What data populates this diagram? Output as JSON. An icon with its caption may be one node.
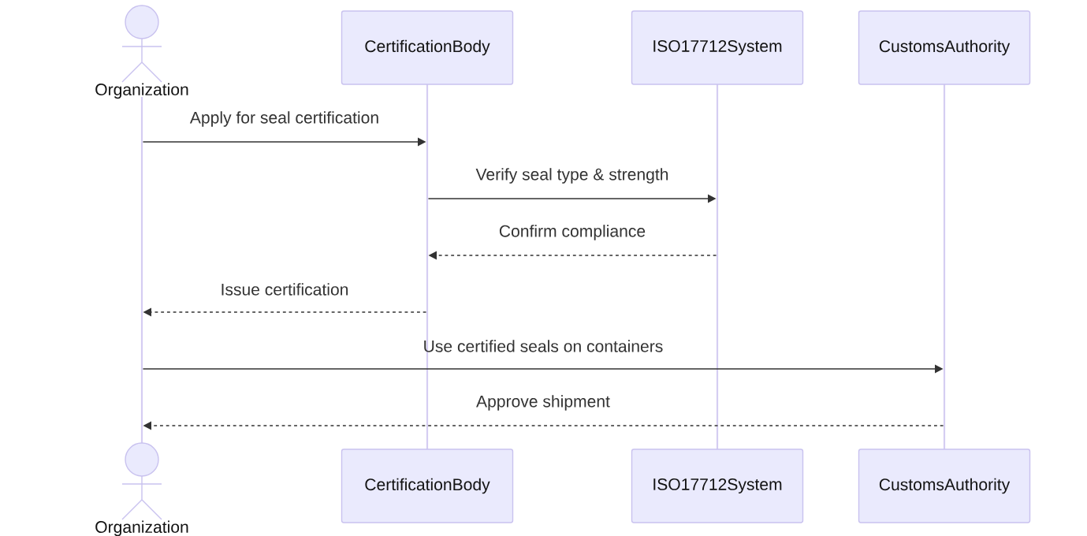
{
  "diagram": {
    "nodes": [
      {
        "text": [
          "Organization"
        ]
      },
      {
        "text": [
          "CertificationBody"
        ]
      },
      {
        "text": [
          "ISO17712System"
        ]
      },
      {
        "text": [
          "CustomsAuthority"
        ]
      },
      {
        "text": [],
        "shape": "bar"
      },
      {
        "text": [],
        "shape": "bar"
      },
      {
        "text": [],
        "shape": "bar"
      },
      {
        "text": [],
        "shape": "bar"
      },
      {
        "text": [
          "Organization"
        ]
      },
      {
        "text": [
          "CertificationBody"
        ]
      },
      {
        "text": [
          "ISO17712System"
        ]
      },
      {
        "text": [
          "CustomsAuthority"
        ]
      }
    ],
    "edges": [
      {
        "from": 4,
        "to": 5,
        "arrow": "to",
        "label": "Apply for seal certification"
      },
      {
        "from": 5,
        "to": 6,
        "arrow": "to",
        "label": "Verify seal type & strength"
      },
      {
        "from": 6,
        "to": 5,
        "arrow": "to",
        "label": "Confirm compliance",
        "style": "dashed"
      },
      {
        "from": 5,
        "to": 4,
        "arrow": "to",
        "label": "Issue certification",
        "style": "dashed"
      },
      {
        "from": 4,
        "to": 7,
        "arrow": "to",
        "label": "Use certified seals on containers"
      },
      {
        "from": 7,
        "to": 4,
        "arrow": "to",
        "label": "Approve shipment",
        "style": "dashed"
      }
    ]
  }
}
